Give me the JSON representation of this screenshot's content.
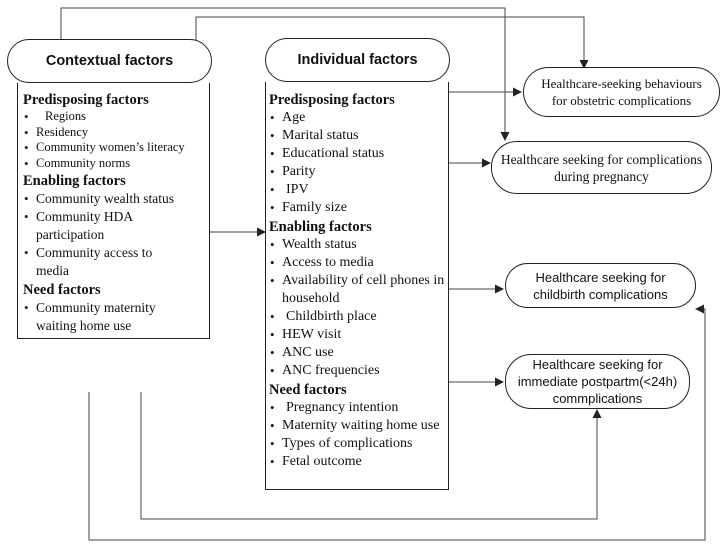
{
  "contextual": {
    "title": "Contextual factors",
    "sections": [
      {
        "heading": "Predisposing factors",
        "items": [
          "Regions",
          "Residency",
          "Community women’s literacy",
          "Community norms"
        ]
      },
      {
        "heading": "Enabling factors",
        "items": [
          "Community wealth status",
          "Community HDA participation",
          "Community access to media"
        ]
      },
      {
        "heading": "Need factors",
        "items": [
          "Community maternity waiting home use"
        ]
      }
    ]
  },
  "individual": {
    "title": "Individual factors",
    "sections": [
      {
        "heading": "Predisposing factors",
        "items": [
          "Age",
          "Marital status",
          "Educational status",
          "Parity",
          "IPV",
          "Family size"
        ]
      },
      {
        "heading": "Enabling factors",
        "items": [
          "Wealth status",
          "Access to media",
          "Availability of cell phones in household",
          "Childbirth place",
          "HEW visit",
          "ANC use",
          "ANC frequencies"
        ]
      },
      {
        "heading": "Need factors",
        "items": [
          "Pregnancy intention",
          "Maternity waiting home use",
          "Types of complications",
          "Fetal outcome"
        ]
      }
    ]
  },
  "outcomes": {
    "obstetric": "Healthcare-seeking behaviours for obstetric complications",
    "pregnancy": "Healthcare seeking for complications during pregnancy",
    "childbirth": "Healthcare seeking for childbirth complications",
    "postpartum": "Healthcare seeking for immediate postpartm(<24h) commplications"
  },
  "colors": {
    "line": "#222222",
    "fill": "#ffffff"
  }
}
